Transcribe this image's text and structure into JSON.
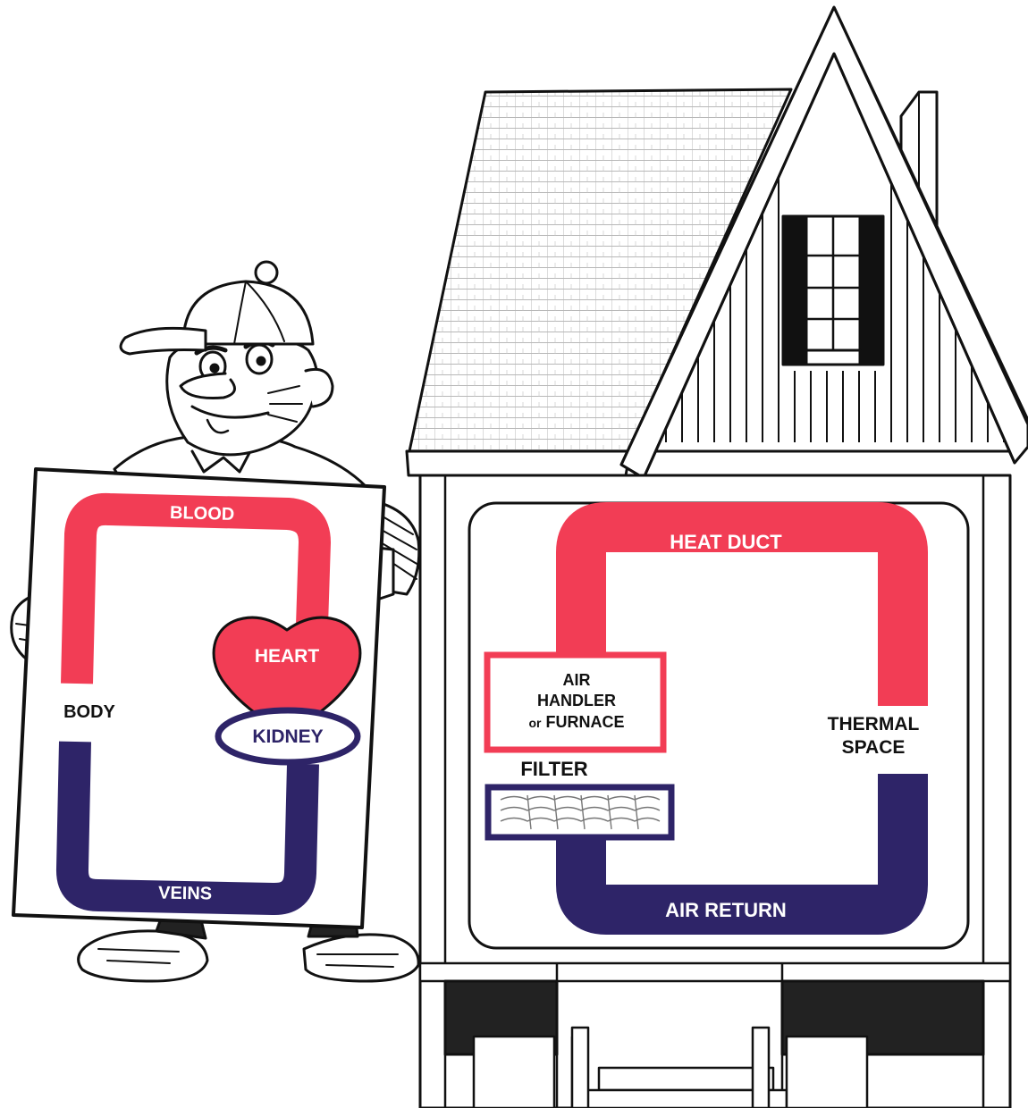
{
  "colors": {
    "supply": "#f23d55",
    "return": "#2e2468",
    "outline": "#111111",
    "paper": "#ffffff",
    "roof_tile": "#b8b8b8"
  },
  "body_diagram": {
    "top_label": "BLOOD",
    "bottom_label": "VEINS",
    "left_label": "BODY",
    "heart_label": "HEART",
    "kidney_label": "KIDNEY"
  },
  "house_diagram": {
    "top_label": "HEAT DUCT",
    "bottom_label": "AIR RETURN",
    "air_handler_line1": "AIR",
    "air_handler_line2": "HANDLER",
    "air_handler_line3_prefix": "or",
    "air_handler_line3": "FURNACE",
    "filter_label": "FILTER",
    "thermal_line1": "THERMAL",
    "thermal_line2": "SPACE"
  },
  "icons": [
    "cartoon-man-illustration",
    "house-illustration",
    "heart-icon",
    "kidney-icon",
    "filter-icon"
  ]
}
